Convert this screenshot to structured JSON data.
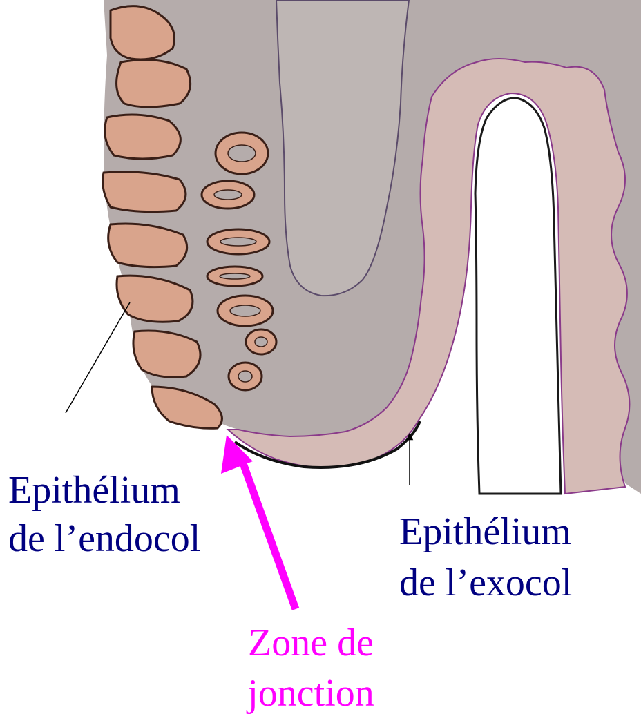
{
  "labels": {
    "endocol": {
      "line1": "Epithélium",
      "line2": "de l’endocol"
    },
    "exocol": {
      "line1": "Epithélium",
      "line2": "de l’exocol"
    },
    "junction": {
      "line1": "Zone de",
      "line2": "jonction"
    }
  },
  "colors": {
    "text_primary": "#000080",
    "text_accent": "#ff00ff",
    "stroma": "#b5acab",
    "canal": "#beb6b4",
    "squamous_epithelium": "#d5bbb6",
    "glandular_cells": "#d9a48c",
    "junction_arrow": "#ff00ff",
    "background": "#ffffff"
  },
  "icons": {
    "junction_arrow": "arrow-up-left-icon",
    "exocol_pointer": "arrow-up-icon",
    "endocol_pointer": "leader-line"
  }
}
